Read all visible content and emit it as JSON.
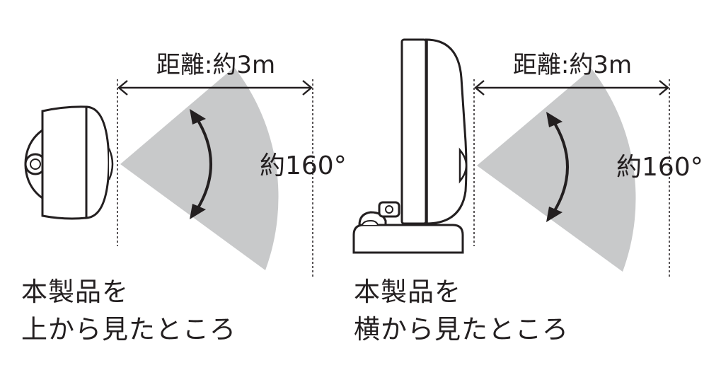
{
  "panels": [
    {
      "id": "top-view",
      "distance_label": "距離:約3m",
      "angle_label": "約160°",
      "caption_line1": "本製品を",
      "caption_line2": "上から見たところ"
    },
    {
      "id": "side-view",
      "distance_label": "距離:約3m",
      "angle_label": "約160°",
      "caption_line1": "本製品を",
      "caption_line2": "横から見たところ"
    }
  ],
  "colors": {
    "sector_fill": "#c8c9ca",
    "line": "#231f20",
    "background": "#ffffff"
  },
  "icons": [
    "device-top-view-icon",
    "device-side-view-icon",
    "double-arrow-icon",
    "curved-arrow-icon"
  ]
}
